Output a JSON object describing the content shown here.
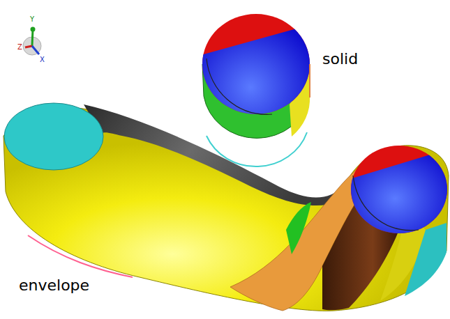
{
  "diagram": {
    "labels": [
      "solid",
      "envelope",
      "Y",
      "Z",
      "X"
    ]
  }
}
